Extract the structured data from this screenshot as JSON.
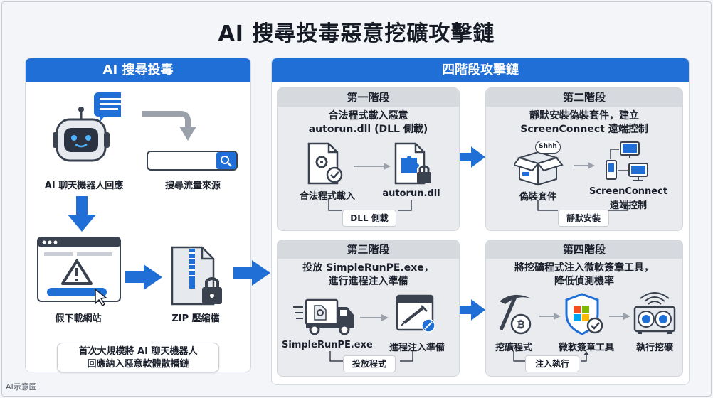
{
  "title": "AI 搜尋投毒惡意挖礦攻擊鏈",
  "left_panel": {
    "header": "AI 搜尋投毒",
    "chatbot_label": "AI 聊天機器人回應",
    "search_label": "搜尋流量來源",
    "fake_site_label": "假下載網站",
    "zip_label": "ZIP 壓縮檔",
    "note_line1": "首次大規模將 AI 聊天機器人",
    "note_line2": "回應納入惡意軟體散播鏈"
  },
  "right_panel": {
    "header": "四階段攻擊鏈",
    "stage1": {
      "title": "第一階段",
      "desc_line1": "合法程式載入惡意",
      "desc_line2": "autorun.dll (DLL 側載)",
      "item1": "合法程式載入",
      "item2": "autorun.dll",
      "tag": "DLL 側載"
    },
    "stage2": {
      "title": "第二階段",
      "desc_line1": "靜默安裝偽裝套件，建立",
      "desc_line2": "ScreenConnect 遠端控制",
      "item1": "偽裝套件",
      "box_text": "Shhh",
      "item2_line1": "ScreenConnect",
      "item2_line2": "遠端控制",
      "tag": "靜默安裝"
    },
    "stage3": {
      "title": "第三階段",
      "desc_line1": "投放 SimpleRunPE.exe，",
      "desc_line2": "進行進程注入準備",
      "item1": "SimpleRunPE.exe",
      "item2": "進程注入準備",
      "tag": "投放程式"
    },
    "stage4": {
      "title": "第四階段",
      "desc_line1": "將挖礦程式注入微軟簽章工具，",
      "desc_line2": "降低偵測機率",
      "item1": "挖礦程式",
      "item2": "微軟簽章工具",
      "item3": "執行挖礦",
      "tag": "注入執行"
    }
  },
  "footer": "AI示意圖",
  "colors": {
    "accent": "#1f6fd6",
    "icon_dark": "#3a4250",
    "arrow_gray": "#9aa1ab"
  }
}
